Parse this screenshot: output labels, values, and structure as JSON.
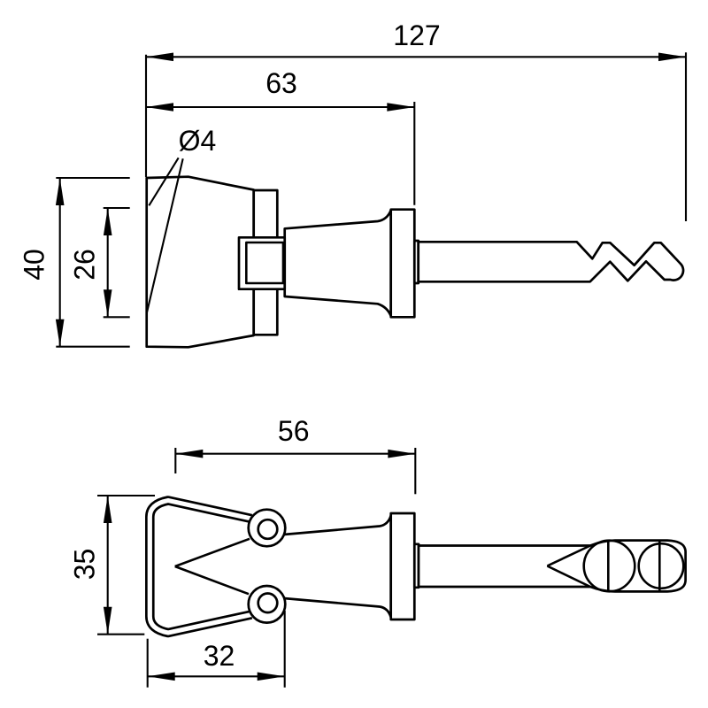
{
  "drawing": {
    "background": "#ffffff",
    "stroke_color": "#000000",
    "description": "Two-view dimensioned technical drawing of a test hook clip probe",
    "dimensions": {
      "overall_length": "127",
      "head_to_flange_length": "63",
      "wire_diameter": "Ø4",
      "head_height": "40",
      "jaw_spacing": "26",
      "tip_to_flange_length": "56",
      "spring_loop_height": "35",
      "spring_loop_width": "32"
    }
  }
}
